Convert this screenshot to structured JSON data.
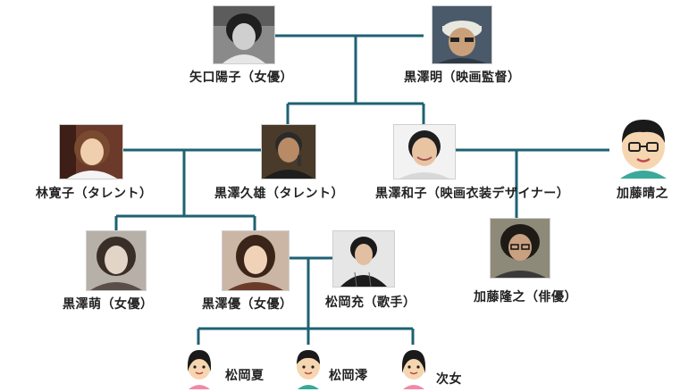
{
  "people": {
    "yaguchi": {
      "label": "矢口陽子（女優）"
    },
    "kurosawa_akira": {
      "label": "黒澤明（映画監督）"
    },
    "hayashi": {
      "label": "林寛子（タレント）"
    },
    "kurosawa_hisao": {
      "label": "黒澤久雄（タレント）"
    },
    "kurosawa_kazuko": {
      "label": "黒澤和子（映画衣装デザイナー）"
    },
    "kato_haruyuki": {
      "label": "加藤晴之"
    },
    "kurosawa_moe": {
      "label": "黒澤萌（女優）"
    },
    "kurosawa_yu": {
      "label": "黒澤優（女優）"
    },
    "matsuoka_mitsuru": {
      "label": "松岡充（歌手）"
    },
    "kato_takayuki": {
      "label": "加藤隆之（俳優）"
    },
    "matsuoka_natsu": {
      "label": "松岡夏"
    },
    "matsuoka_mio": {
      "label": "松岡澪"
    },
    "jijo": {
      "label": "次女"
    }
  },
  "colors": {
    "line": "#1e6173",
    "background": "#ffffff"
  }
}
